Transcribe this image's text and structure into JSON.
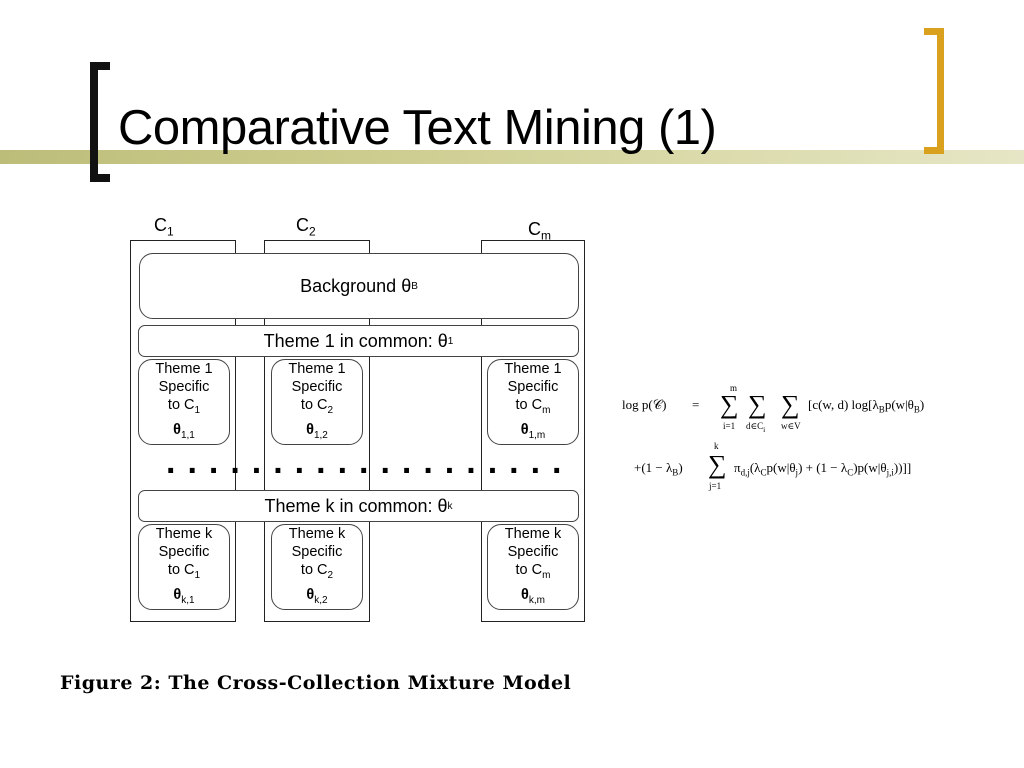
{
  "slide": {
    "title": "Comparative Text Mining (1)",
    "accent_color": "#d9a11d",
    "bar_color": "#cccc8e"
  },
  "figure": {
    "columns": [
      {
        "label": "C",
        "sub": "1"
      },
      {
        "label": "C",
        "sub": "2"
      },
      {
        "label": "C",
        "sub": "m"
      }
    ],
    "background": {
      "label": "Background θ",
      "sub": "B"
    },
    "theme1_common": {
      "label": "Theme 1 in common: θ",
      "sub": "1"
    },
    "themek_common": {
      "label": "Theme k  in common: θ",
      "sub": "k"
    },
    "theme1_specific": [
      {
        "line1": "Theme 1",
        "line2": "Specific",
        "line3": "to C",
        "line3_sub": "1",
        "theta": "θ",
        "theta_sub": "1,1"
      },
      {
        "line1": "Theme 1",
        "line2": "Specific",
        "line3": "to C",
        "line3_sub": "2",
        "theta": "θ",
        "theta_sub": "1,2"
      },
      {
        "line1": "Theme 1",
        "line2": "Specific",
        "line3": "to C",
        "line3_sub": "m",
        "theta": "θ",
        "theta_sub": "1,m"
      }
    ],
    "themek_specific": [
      {
        "line1": "Theme k",
        "line2": "Specific",
        "line3": "to C",
        "line3_sub": "1",
        "theta": "θ",
        "theta_sub": "k,1"
      },
      {
        "line1": "Theme k",
        "line2": "Specific",
        "line3": "to C",
        "line3_sub": "2",
        "theta": "θ",
        "theta_sub": "k,2"
      },
      {
        "line1": "Theme k",
        "line2": "Specific",
        "line3": "to C",
        "line3_sub": "m",
        "theta": "θ",
        "theta_sub": "k,m"
      }
    ],
    "dots": "...................",
    "caption": "Figure 2:  The Cross-Collection Mixture Model"
  },
  "formula": {
    "lhs": "log p(𝒞)",
    "eq": "=",
    "sum1_top": "m",
    "sum1_bottom": "i=1",
    "sum2_bottom": "d∈C",
    "sum2_bottom_sub": "i",
    "sum3_bottom": "w∈V",
    "line1_rest": "[c(w, d) log[λ",
    "line1_b": "B",
    "line1_rest2": "p(w|θ",
    "line1_b2": "B",
    "line1_end": ")",
    "line2_prefix": "+(1 − λ",
    "line2_b": "B",
    "line2_close": ")",
    "sum4_top": "k",
    "sum4_bottom": "j=1",
    "line2_rest": "π",
    "line2_pi_sub": "d,j",
    "line2_rest2": "(λ",
    "line2_c": "C",
    "line2_rest3": "p(w|θ",
    "line2_j": "j",
    "line2_rest4": ") + (1 − λ",
    "line2_c2": "C",
    "line2_rest5": ")p(w|θ",
    "line2_ji": "j,i",
    "line2_end": "))]]"
  }
}
